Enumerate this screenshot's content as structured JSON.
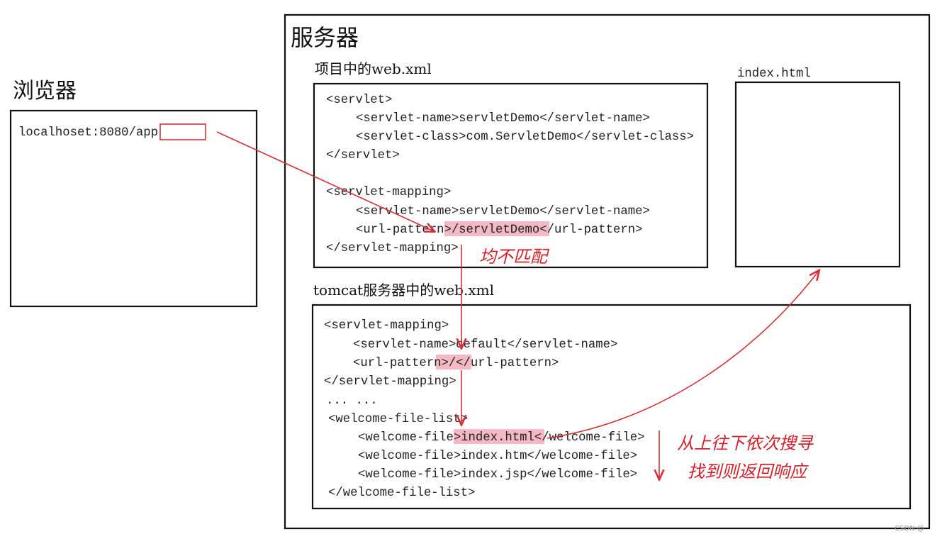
{
  "browser": {
    "title": "浏览器",
    "url": "localhoset:8080/app"
  },
  "server": {
    "title": "服务器",
    "project_xml": {
      "title": "项目中的web.xml",
      "lines": [
        "<servlet>",
        "<servlet-name>servletDemo</servlet-name>",
        "<servlet-class>com.ServletDemo</servlet-class>",
        "</servlet>",
        "<servlet-mapping>",
        "<servlet-name>servletDemo</servlet-name>",
        "<url-pattern>/servletDemo</url-pattern>",
        "</servlet-mapping>"
      ]
    },
    "index_html": {
      "title": "index.html"
    },
    "tomcat_xml": {
      "title": "tomcat服务器中的web.xml",
      "lines": [
        "<servlet-mapping>",
        "<servlet-name>default</servlet-name>",
        "<url-pattern>/</url-pattern>",
        "</servlet-mapping>",
        "... ...",
        "<welcome-file-list>",
        "<welcome-file>index.html</welcome-file>",
        "<welcome-file>index.htm</welcome-file>",
        "<welcome-file>index.jsp</welcome-file>",
        "</welcome-file-list>"
      ]
    }
  },
  "annotations": {
    "no_match": "均不匹配",
    "search_line1": "从上往下依次搜寻",
    "search_line2": "找到则返回响应"
  },
  "watermark": "CSDN @",
  "colors": {
    "annotation": "#d0202a",
    "highlight": "#f2a7b6"
  }
}
